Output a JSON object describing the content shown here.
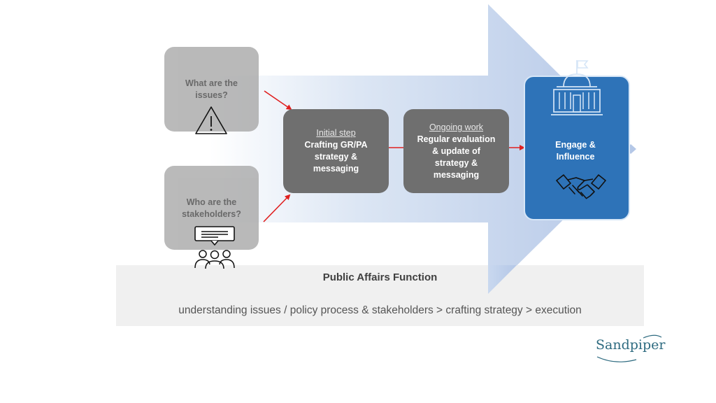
{
  "questions": {
    "issues": "What are the issues?",
    "stakeholders": "Who are the stakeholders?"
  },
  "steps": {
    "initial": {
      "header": "Initial step",
      "body": "Crafting GR/PA strategy & messaging"
    },
    "ongoing": {
      "header": "Ongoing work",
      "body": "Regular evaluation & update of strategy & messaging"
    }
  },
  "engage": {
    "label": "Engage & Influence"
  },
  "band": {
    "title": "Public Affairs Function",
    "subtitle": "understanding issues / policy process & stakeholders > crafting strategy > execution"
  },
  "logo": {
    "text": "Sandpiper"
  },
  "colors": {
    "arrow": "#b4c7e7",
    "engage": "#2e73b8",
    "connector": "#e02020",
    "step_box": "#6f6f6f",
    "question_box": "#a6a6a6"
  },
  "icons": {
    "issues": "warning-icon",
    "stakeholders": "audience-icon",
    "engage_top": "capitol-building-icon",
    "engage_bottom": "handshake-icon"
  }
}
